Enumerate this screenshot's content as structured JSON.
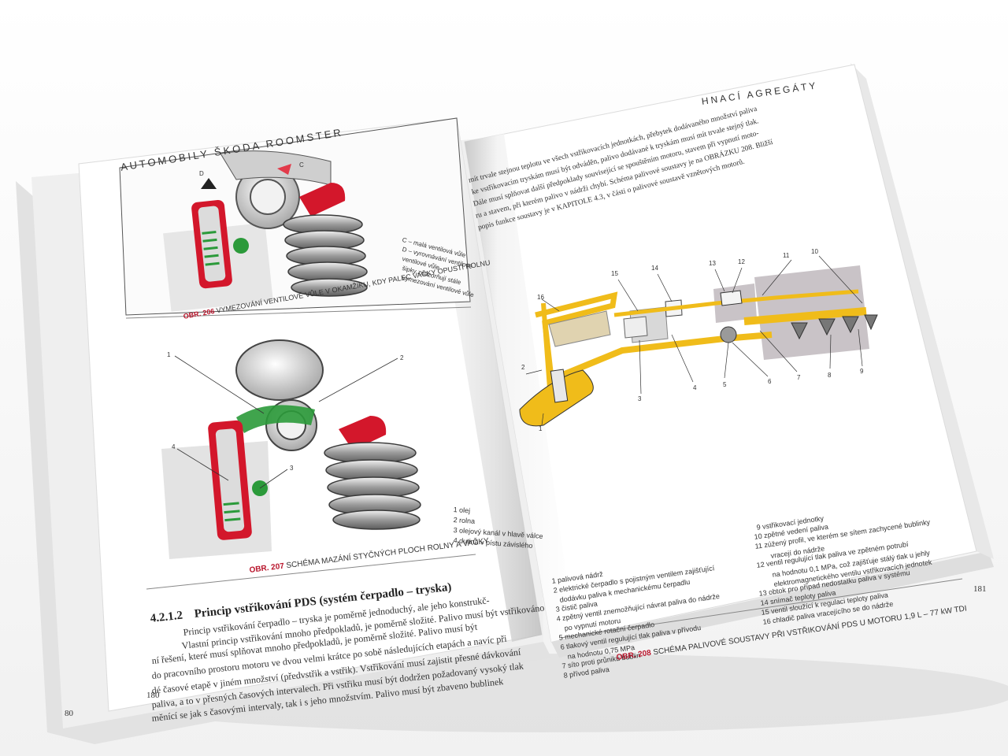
{
  "book": {
    "header_left": "AUTOMOBILY ŠKODA ROOMSTER",
    "header_right": "HNACÍ AGREGÁTY",
    "page_numbers": {
      "outer_left": "80",
      "left": "180",
      "right": "181"
    }
  },
  "figure206": {
    "number": "OBR. 206",
    "caption": "VYMEZOVÁNÍ VENTILOVÉ VŮLE V OKAMŽIKU, KDY PALEC VAČKY OPUSTÍ ROLNU",
    "label_c": "C",
    "label_d": "D",
    "legend": [
      "C – malá ventilová vůle",
      "D – vyrovnávání ventilové",
      "ventilové vůle",
      "šipky znázorňují stále",
      "vymezování ventilové vůle"
    ]
  },
  "figure207": {
    "number": "OBR. 207",
    "caption": "SCHÉMA MAZÁNÍ STYČNÝCH PLOCH ROLNY A VAČKY",
    "labels": [
      "1",
      "2",
      "3",
      "4"
    ],
    "legend": [
      "1  olej",
      "2  rolna",
      "3  olejový kanál v hlavě válce",
      "4  dutina v pístu závislého"
    ]
  },
  "section": {
    "number": "4.2.1.2",
    "title": "Princip vstřikování PDS (systém čerpadlo – tryska)",
    "lines": [
      "Princip vstřikování čerpadlo – tryska je poměrně jednoduchý, ale jeho konstrukč-",
      "Vlastní princip vstřikování mnoho předpokladů, je poměrně složité. Palivo musí být vstřikováno",
      "ní řešení, které musí splňovat mnoho předpokladů, je poměrně složité. Palivo musí být",
      "do pracovního prostoru motoru ve dvou velmi krátce po sobě následujících etapách a navíc při",
      "dé časové etapě v jiném množství (předvstřik a vstřik). Vstřikování musí zajistit přesné dávkování",
      "paliva, a to v přesných časových intervalech. Při vstřiku musí být dodržen požadovaný vysoký tlak",
      "měnící se jak s časovými intervaly, tak i s jeho množstvím. Palivo musí být zbaveno bublinek"
    ]
  },
  "right_text": [
    "mít trvale stejnou teplotu ve všech vstřikovacích jednotkách, přebytek dodávaného množství paliva",
    "ke vstřikovacím tryskám musí být odváděn, palivo dodávané k tryskám musí mít trvale stejný tlak.",
    "Dále musí splňovat další předpoklady související se spouštěním motoru, stavem při vypnutí moto-",
    "ru a stavem, při kterém palivo v nádrži chybí. Schéma palivové soustavy je na OBRÁZKU 208. Bližší",
    "popis funkce soustavy je v KAPITOLE 4.3, v části o palivové soustavě vznětových motorů."
  ],
  "figure208": {
    "number": "OBR. 208",
    "caption": "SCHÉMA PALIVOVÉ SOUSTAVY PŘI VSTŘIKOVÁNÍ PDS U MOTORU 1,9 L – 77 kW TDI",
    "labels": [
      "1",
      "2",
      "3",
      "4",
      "5",
      "6",
      "7",
      "8",
      "9",
      "10",
      "11",
      "12",
      "13",
      "14",
      "15",
      "16"
    ],
    "legend_left": [
      "1  palivová nádrž",
      "2  elektrické čerpadlo s pojistným ventilem zajišťující",
      "dodávku paliva k mechanickému čerpadlu",
      "3  čistič paliva",
      "4  zpětný ventil znemožňující návrat paliva do nádrže",
      "po vypnutí motoru",
      "5  mechanické rotační čerpadlo",
      "6  tlakový ventil regulující tlak paliva v přívodu",
      "na hodnotu 0,75 MPa",
      "7  síto proti průniku bublin",
      "8  přívod paliva"
    ],
    "legend_right": [
      "9  vstřikovací jednotky",
      "10  zpětné vedení paliva",
      "11  zúžený profil, ve kterém se sítem zachycené bublinky",
      "vracejí do nádrže",
      "12  ventil regulující tlak paliva ve zpětném potrubí",
      "na hodnotu 0,1 MPa, což zajišťuje stálý tlak u jehly",
      "elektromagnetického ventilu vstřikovacích jednotek",
      "13  obtok pro případ nedostatku paliva v systému",
      "14  snímač teploty paliva",
      "15  ventil sloužící k regulaci teploty paliva",
      "16  chladič paliva vracejícího se do nádrže"
    ]
  },
  "colors": {
    "accent_red": "#d3172b",
    "fuel_yellow": "#f0bc1a",
    "diagram_gray": "#c9c3c7"
  }
}
